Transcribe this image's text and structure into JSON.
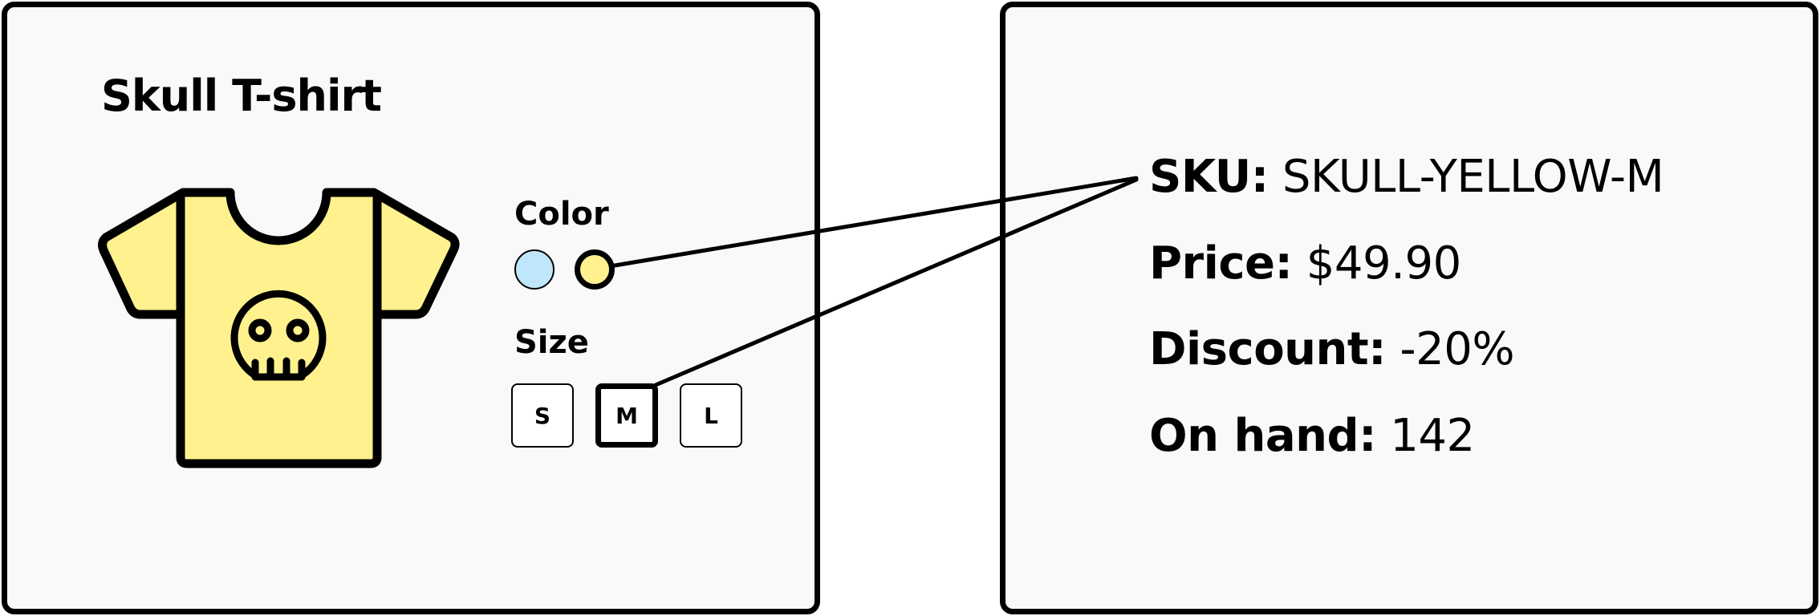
{
  "product": {
    "title": "Skull T-shirt",
    "color_label": "Color",
    "size_label": "Size",
    "colors": [
      {
        "name": "light-blue",
        "hex": "#bfe6fb",
        "selected": false
      },
      {
        "name": "yellow",
        "hex": "#fff28e",
        "selected": true
      }
    ],
    "sizes": [
      {
        "label": "S",
        "selected": false
      },
      {
        "label": "M",
        "selected": true
      },
      {
        "label": "L",
        "selected": false
      }
    ],
    "shirt_color": "#fff28e"
  },
  "details": {
    "sku_label": "SKU:",
    "sku_value": "SKULL-YELLOW-M",
    "price_label": "Price:",
    "price_value": "$49.90",
    "discount_label": "Discount:",
    "discount_value": "-20%",
    "onhand_label": "On hand:",
    "onhand_value": "142"
  }
}
